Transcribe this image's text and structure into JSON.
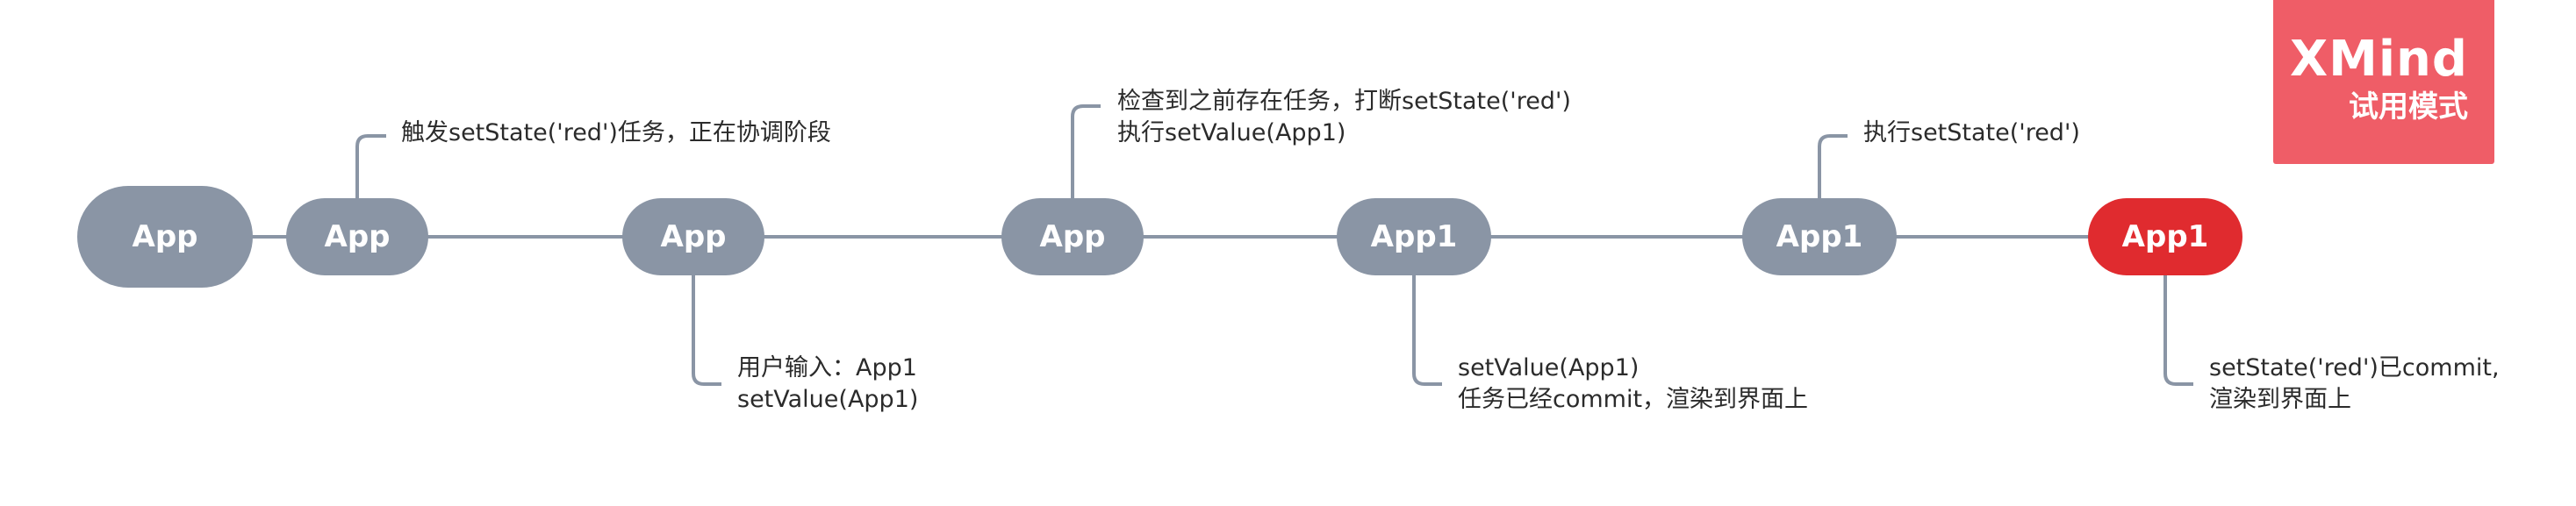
{
  "colors": {
    "node": "#8a95a5",
    "highlight": "#e02b2f",
    "line": "#8a95a5",
    "badge": "#ef5d67"
  },
  "nodes": [
    {
      "label": "App"
    },
    {
      "label": "App"
    },
    {
      "label": "App"
    },
    {
      "label": "App"
    },
    {
      "label": "App1"
    },
    {
      "label": "App1"
    },
    {
      "label": "App1"
    }
  ],
  "callouts": [
    {
      "lines": [
        "触发setState('red')任务，正在协调阶段"
      ]
    },
    {
      "lines": [
        "用户输入：App1",
        "setValue(App1)"
      ]
    },
    {
      "lines": [
        "检查到之前存在任务，打断setState('red')",
        "执行setValue(App1)"
      ]
    },
    {
      "lines": [
        "setValue(App1)",
        "任务已经commit，渲染到界面上"
      ]
    },
    {
      "lines": [
        "执行setState('red')"
      ]
    },
    {
      "lines": [
        "setState('red')已commit,",
        "渲染到界面上"
      ]
    }
  ],
  "badge": {
    "title": "XMind",
    "subtitle": "试用模式"
  }
}
